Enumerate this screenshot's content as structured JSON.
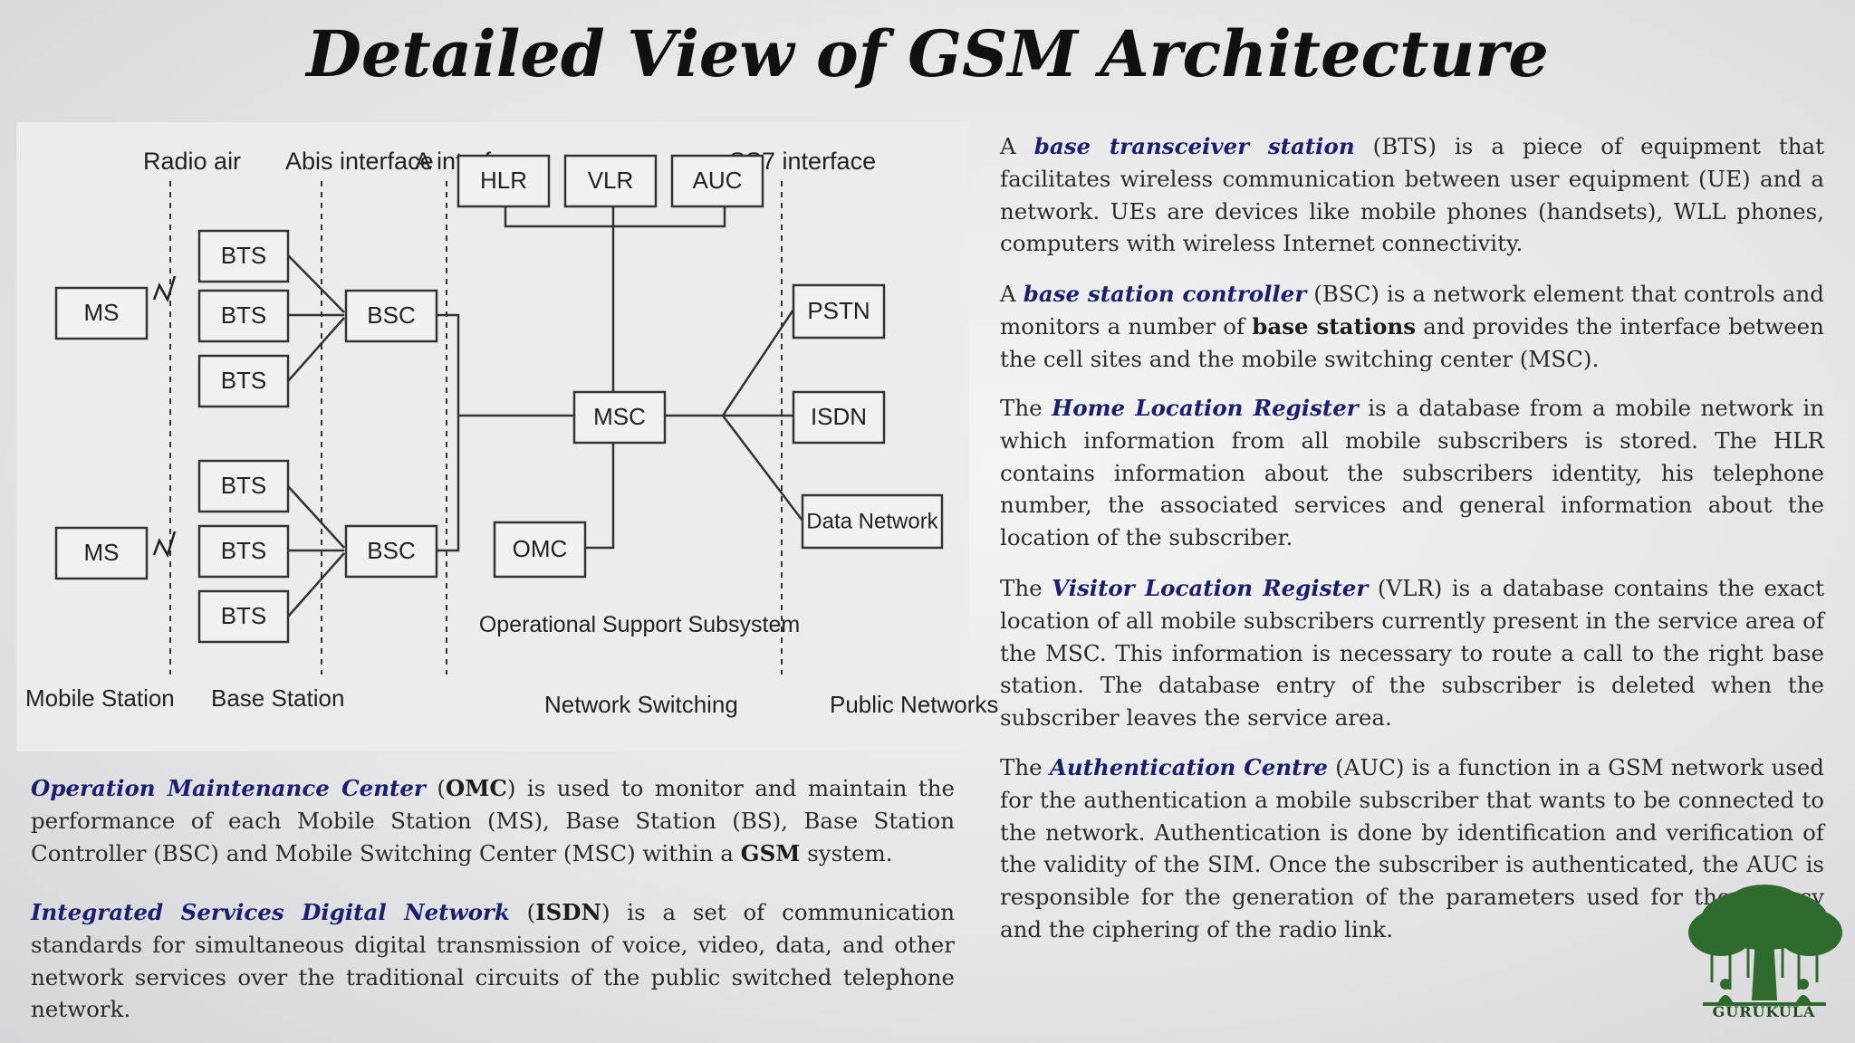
{
  "title": "Detailed View of GSM Architecture",
  "diagram": {
    "interfaces": [
      "Radio air",
      "Abis interface",
      "A interface",
      "SS7 interface"
    ],
    "mobile_stations": [
      "MS",
      "MS"
    ],
    "bts": [
      "BTS",
      "BTS",
      "BTS",
      "BTS",
      "BTS",
      "BTS"
    ],
    "bsc": [
      "BSC",
      "BSC"
    ],
    "databases": [
      "HLR",
      "VLR",
      "AUC"
    ],
    "msc": "MSC",
    "omc": "OMC",
    "networks": [
      "PSTN",
      "ISDN",
      "Data Network"
    ],
    "subsystem_label": "Operational Support Subsystem",
    "footer_labels": [
      "Mobile Station",
      "Base Station",
      "Network Switching",
      "Public Networks"
    ]
  },
  "paragraphs": {
    "bts": {
      "pre": "A ",
      "term": "base transceiver station",
      "post": " (BTS) is a piece of equipment that facilitates wireless communication between user equipment (UE) and a network. UEs are devices like mobile phones (handsets), WLL phones, computers with wireless Internet connectivity."
    },
    "bsc": {
      "pre": "A ",
      "term": "base station controller",
      "mid": " (BSC) is a network element that controls and monitors a number of ",
      "strong": "base stations",
      "post": " and provides the interface between the cell sites and the mobile switching center (MSC)."
    },
    "hlr": {
      "pre": "The ",
      "term": "Home Location Register",
      "post": " is a database from a mobile network in which information from all mobile subscribers is stored. The HLR contains information about the subscribers identity, his telephone number, the associated services and general information about the location of the subscriber."
    },
    "vlr": {
      "pre": "The ",
      "term": "Visitor Location Register",
      "post": " (VLR) is a database contains the exact location of all mobile subscribers currently present in the service area of the MSC. This information is necessary to route a call to the right base station. The database entry of the subscriber is deleted when the subscriber leaves the service area."
    },
    "auc": {
      "pre": "The ",
      "term": "Authentication Centre",
      "post": " (AUC) is a function in a GSM network used for the authentication a mobile subscriber that wants to be connected to the network. Authentication is done by identification and verification of the validity of the SIM. Once the subscriber is authenticated, the AUC is responsible for the generation of the parameters used for the privacy and the ciphering of the radio link."
    },
    "omc": {
      "term": "Operation Maintenance Center",
      "open": " (",
      "abbr": "OMC",
      "post": ") is used to monitor and maintain the performance of each Mobile Station (MS), Base Station (BS), Base Station Controller (BSC) and Mobile Switching Center (MSC) within a ",
      "strong": "GSM",
      "end": " system."
    },
    "isdn": {
      "term": "Integrated Services Digital Network",
      "open": " (",
      "abbr": "ISDN",
      "post": ") is a set of communication standards for simultaneous digital transmission of voice, video, data, and other network services over the traditional circuits of the public switched telephone network."
    }
  },
  "logo": {
    "text": "GURUKULA"
  },
  "colors": {
    "term": "#1b1f6e",
    "body_text": "#2b2b2b",
    "logo_green": "#2f6a2f"
  }
}
